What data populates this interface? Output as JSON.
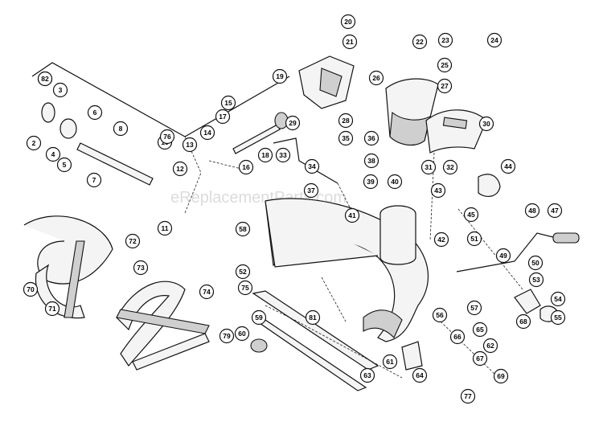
{
  "watermark": "eReplacementParts.com",
  "callouts": [
    "1",
    "2",
    "3",
    "4",
    "5",
    "6",
    "7",
    "8",
    "10",
    "11",
    "12",
    "13",
    "14",
    "15",
    "16",
    "17",
    "18",
    "19",
    "20",
    "21",
    "22",
    "23",
    "24",
    "25",
    "26",
    "27",
    "28",
    "29",
    "30",
    "31",
    "32",
    "33",
    "34",
    "35",
    "36",
    "37",
    "38",
    "39",
    "40",
    "41",
    "42",
    "43",
    "44",
    "45",
    "47",
    "48",
    "49",
    "50",
    "51",
    "52",
    "53",
    "54",
    "55",
    "56",
    "57",
    "58",
    "59",
    "60",
    "61",
    "62",
    "63",
    "64",
    "65",
    "66",
    "67",
    "68",
    "69",
    "70",
    "71",
    "72",
    "73",
    "74",
    "75",
    "76",
    "77",
    "79",
    "81",
    "82"
  ]
}
